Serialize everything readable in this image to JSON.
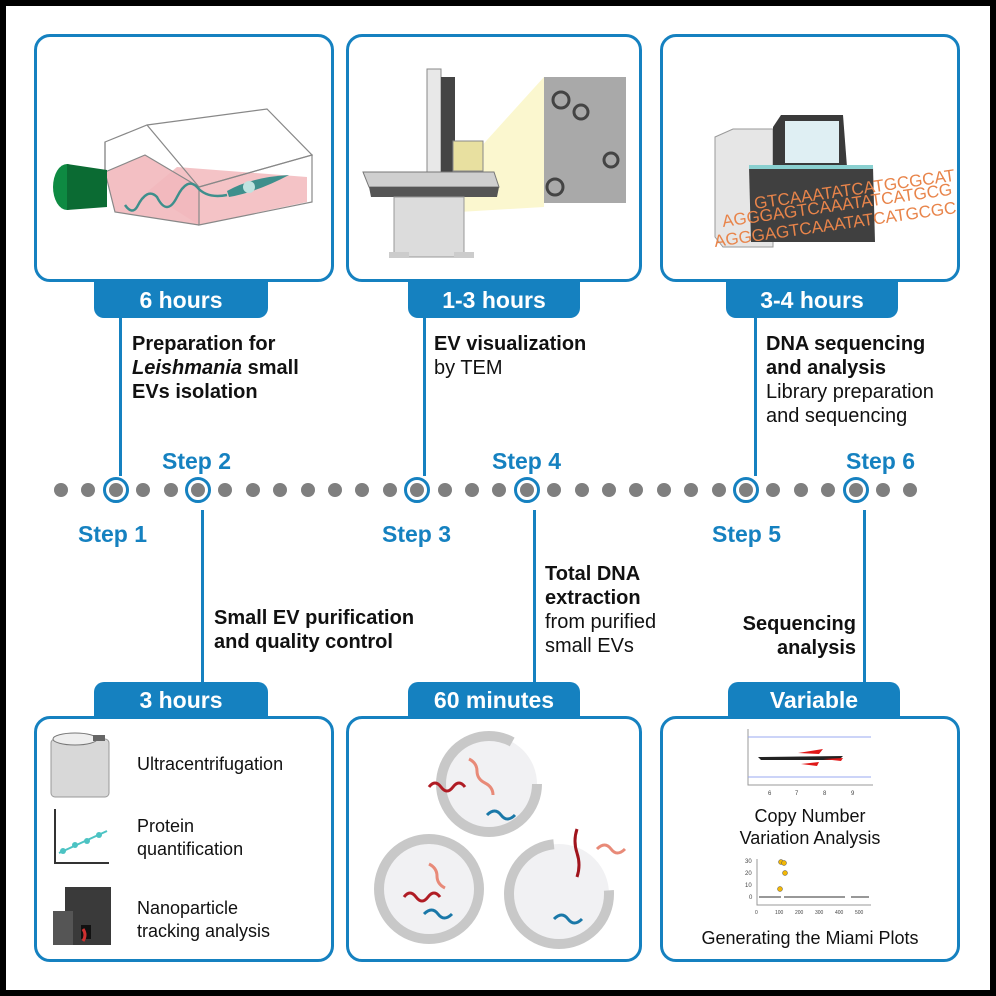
{
  "colors": {
    "accent": "#1581c0",
    "dot": "#7f7f7f",
    "dna_orange": "#e8844a"
  },
  "top_panels": [
    {
      "duration": "6 hours",
      "illustration": "culture-flask-leishmania"
    },
    {
      "duration": "1-3 hours",
      "illustration": "transmission-electron-microscope"
    },
    {
      "duration": "3-4 hours",
      "illustration": "dna-sequencer"
    }
  ],
  "top_desc": [
    {
      "title_l1": "Preparation for",
      "title_l2_italic": "Leishmania",
      "title_l2_rest": " small",
      "title_l3": "EVs isolation"
    },
    {
      "title": "EV visualization",
      "sub": "by TEM"
    },
    {
      "title_l1": "DNA sequencing",
      "title_l2": "and analysis",
      "sub_l1": "Library preparation",
      "sub_l2": "and sequencing"
    }
  ],
  "sequencer_text": [
    "GTCAAATATCATGCGCAT",
    "AGGGAGTCAAATATCATGCG",
    "AGGGAGTCAAATATCATGCGCAT"
  ],
  "steps": [
    "Step 1",
    "Step 2",
    "Step 3",
    "Step 4",
    "Step 5",
    "Step 6"
  ],
  "bottom_desc": [
    {
      "title_l1": "Small EV purification",
      "title_l2": "and quality control"
    },
    {
      "title_l1": "Total DNA",
      "title_l2": "extraction",
      "sub_l1": "from purified",
      "sub_l2": "small EVs"
    },
    {
      "title_l1": "Sequencing",
      "title_l2": "analysis"
    }
  ],
  "bottom_panels": [
    {
      "duration": "3 hours",
      "items": [
        {
          "label_l1": "Ultracentrifugation",
          "label_l2": "",
          "icon": "ultracentrifuge"
        },
        {
          "label_l1": "Protein",
          "label_l2": "quantification",
          "icon": "standard-curve"
        },
        {
          "label_l1": "Nanoparticle",
          "label_l2": "tracking analysis",
          "icon": "nanoparticle-tracker"
        }
      ]
    },
    {
      "duration": "60 minutes",
      "illustration": "lysed-vesicles-dna"
    },
    {
      "duration": "Variable",
      "plots": [
        {
          "caption_l1": "Copy Number",
          "caption_l2": "Variation Analysis",
          "x_ticks": [
            "6",
            "7",
            "8",
            "9"
          ]
        },
        {
          "caption_l1": "Generating the Miami Plots",
          "y_ticks": [
            "30",
            "20",
            "10",
            "0"
          ],
          "x_ticks": [
            "0",
            "100",
            "200",
            "300",
            "400",
            "500"
          ]
        }
      ]
    }
  ]
}
